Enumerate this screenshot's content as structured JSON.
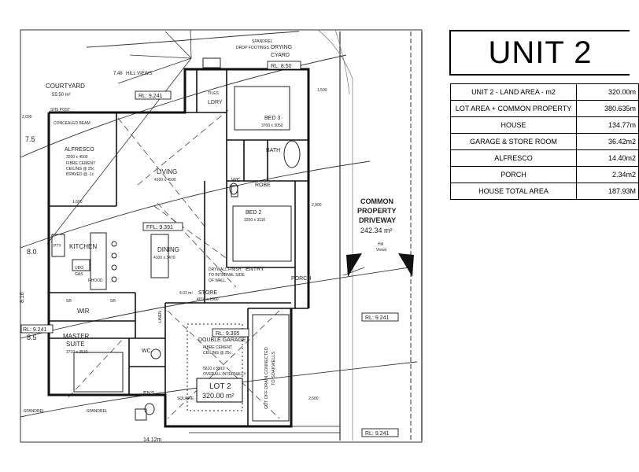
{
  "title": "UNIT 2",
  "area_table": [
    {
      "label": "UNIT 2 - LAND AREA - m2",
      "value": "320.00m"
    },
    {
      "label": "LOT AREA + COMMON PROPERTY",
      "value": "380.635m"
    },
    {
      "label": "HOUSE",
      "value": "134.77m"
    },
    {
      "label": "GARAGE & STORE ROOM",
      "value": "36.42m2"
    },
    {
      "label": "ALFRESCO",
      "value": "14.40m2"
    },
    {
      "label": "PORCH",
      "value": "2.34m2"
    },
    {
      "label": "HOUSE TOTAL AREA",
      "value": "187.93M"
    }
  ],
  "plan": {
    "courtyard": "COURTYARD",
    "courtyard_area": "55.50 m²",
    "rl_9241": "RL: 9.241",
    "rl_850": "RL: 8.50",
    "rl_9305": "RL: 9.305",
    "alfresco": "ALFRESCO",
    "alfresco_dims": "3200 x 4500",
    "alfresco_note1": "FIBRE CEMENT",
    "alfresco_note2": "CEILING @ 25c",
    "alfresco_note3": "B'PAVED @ -1c",
    "concealed_beam": "CONCEALED BEAM",
    "shs_post": "SHS POST",
    "living": "LIVING",
    "living_dims": "4100 x 4500",
    "kitchen": "KITCHEN",
    "pty": "PTY",
    "uo": "UBO",
    "gas": "GAS",
    "rhood": "RHOOD",
    "dining": "DINING",
    "dining_dims": "4100 x 3470",
    "ffl": "FFL: 9.391",
    "bed3": "BED 3",
    "bed3_dims": "3700 x 3050",
    "bed2": "BED 2",
    "bed2_dims": "3200 x 3110",
    "robe": "ROBE",
    "bath": "BATH",
    "ldry": "LDRY",
    "wc": "WC",
    "tiles": "TILES",
    "drying": "DRYING",
    "cyard": "CYARD",
    "drop_footings": "DROP FOOTINGS",
    "wir": "WIR",
    "sr": "SR",
    "master": "MASTER",
    "suite": "SUITE",
    "master_dims": "3710 x 3530",
    "ens": "ENS",
    "linen": "LINEN",
    "store_area": "4.01 m²",
    "store": "STORE",
    "store_dims": "4010 x 1000",
    "double_garage": "DOUBLE GARAGE",
    "garage_note1": "FIBRE CEMENT",
    "garage_note2": "CEILING @ 25c",
    "garage_dims": "5610 x 5510",
    "garage_note3": "OVERALL INTERNALLY",
    "lot": "LOT 2",
    "lot_area": "320.00 m²",
    "entry": "ENTRY",
    "porch": "PORCH",
    "drywall1": "DRYWALL FINISH",
    "drywall2": "TO INTERNAL SIDE",
    "drywall3": "OF WALL",
    "cut_off": "CUT OFF DRAIN CONNECTED",
    "sokwells": "TO SOAKWELLS",
    "common1": "COMMON",
    "common2": "PROPERTY",
    "common3": "DRIVEWAY",
    "common_area": "242.34 m²",
    "hill_views": "HILL VIEWS",
    "hill": "Hill",
    "views": "Views",
    "d1412": "14.12m",
    "spandrel": "SPANDREL",
    "square": "SQUARE",
    "c75": "7.5",
    "c80": "8.0",
    "c85": "8.5",
    "c816": "8.16",
    "c748": "7.48",
    "c2030": "2,030",
    "c2000": "2,000",
    "c2500": "2,500",
    "c1500": "1,500",
    "c1600": "1,600"
  }
}
